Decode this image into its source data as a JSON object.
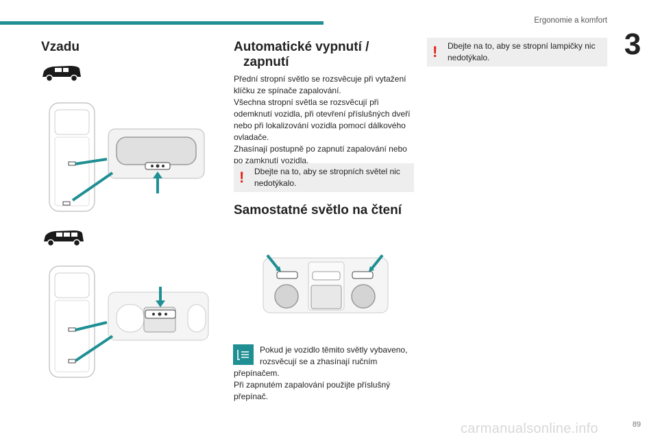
{
  "header": {
    "section": "Ergonomie a komfort",
    "chapter": "3"
  },
  "left": {
    "heading": "Vzadu"
  },
  "middle": {
    "heading_auto_line1": "Automatické vypnutí /",
    "heading_auto_line2": "zapnutí",
    "auto_lines": [
      "Přední stropní světlo se rozsvěcuje při vytažení",
      "klíčku ze spínače zapalování.",
      "Všechna stropní světla se rozsvěcují při",
      "odemknutí vozidla, při otevření příslušných dveří",
      "nebo při lokalizování vozidla pomocí dálkového",
      "ovladače.",
      "Zhasínají postupně po zapnutí zapalování nebo",
      "po zamknutí vozidla."
    ],
    "warning_line1": "Dbejte na to, aby se stropních světel nic",
    "warning_line2": "nedotýkalo.",
    "heading_reading": "Samostatné světlo na čtení",
    "info_line1": "Pokud je vozidlo těmito světly vybaveno,",
    "info_line2": "rozsvěcují se a zhasínají ručním",
    "info_line3": "přepínačem.",
    "info_line4": "Při zapnutém zapalování použijte příslušný",
    "info_line5": "přepínač."
  },
  "right": {
    "warning_line1": "Dbejte na to, aby se stropní lampičky nic",
    "warning_line2": "nedotýkalo."
  },
  "footer": {
    "page_number": "89",
    "watermark": "carmanualsonline.info"
  },
  "colors": {
    "accent": "#1f8f93",
    "warning": "#e2231a",
    "note_bg": "#eeeeee"
  },
  "icons": {
    "warning": "exclamation-icon",
    "info": "info-list-icon"
  }
}
